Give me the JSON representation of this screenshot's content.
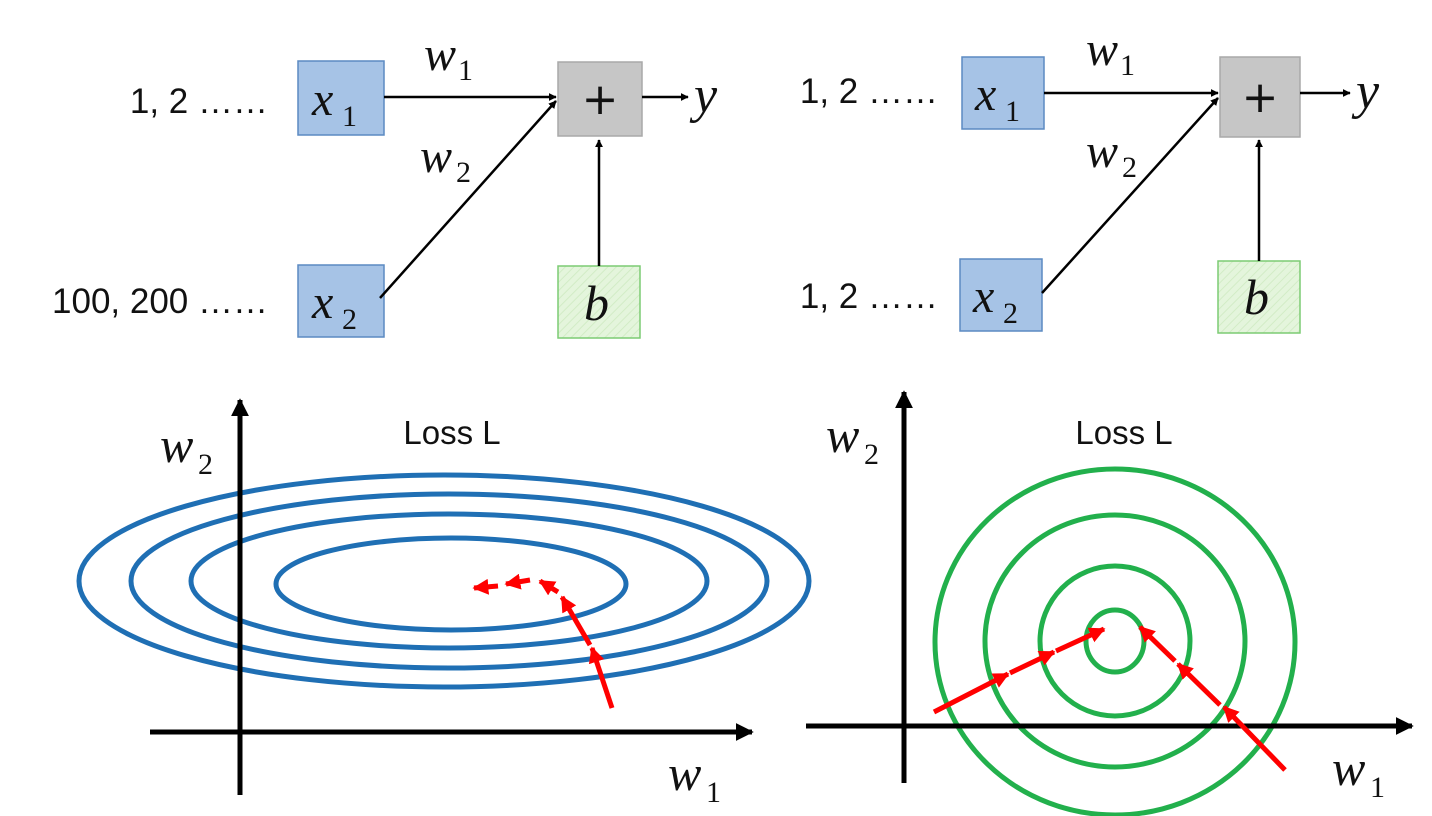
{
  "colors": {
    "input_box_fill": "#a6c3e6",
    "input_box_stroke": "#5b8ac2",
    "sum_box_fill": "#c6c6c6",
    "sum_box_stroke": "#a9a9a9",
    "bias_box_fill": "#e4f5dc",
    "bias_box_stroke": "#7ccb73",
    "left_contours": "#1f6fb4",
    "right_contours": "#22b04c",
    "update_arrows": "#ff0000",
    "axes": "#000000"
  },
  "panels": {
    "left": {
      "x1_values": "1, 2 ……",
      "x2_values": "100, 200 ……",
      "x1_label": "x",
      "x1_sub": "1",
      "x2_label": "x",
      "x2_sub": "2",
      "w1_label": "w",
      "w1_sub": "1",
      "w2_label": "w",
      "w2_sub": "2",
      "sum_symbol": "+",
      "output_label": "y",
      "bias_label": "b",
      "loss_title": "Loss L",
      "axis_x_label": "w",
      "axis_x_sub": "1",
      "axis_y_label": "w",
      "axis_y_sub": "2"
    },
    "right": {
      "x1_values": "1, 2 ……",
      "x2_values": "1, 2 ……",
      "x1_label": "x",
      "x1_sub": "1",
      "x2_label": "x",
      "x2_sub": "2",
      "w1_label": "w",
      "w1_sub": "1",
      "w2_label": "w",
      "w2_sub": "2",
      "sum_symbol": "+",
      "output_label": "y",
      "bias_label": "b",
      "loss_title": "Loss L",
      "axis_x_label": "w",
      "axis_x_sub": "1",
      "axis_y_label": "w",
      "axis_y_sub": "2"
    }
  }
}
